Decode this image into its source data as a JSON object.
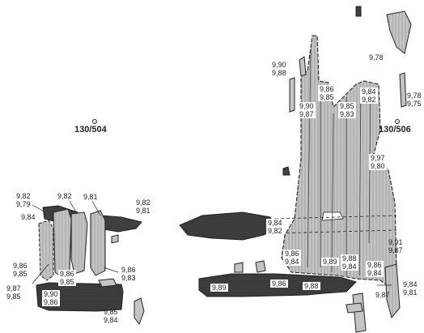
{
  "stations": [
    {
      "id": "station-130-504",
      "label": "130/504"
    },
    {
      "id": "station-130-506",
      "label": "130/506"
    }
  ],
  "elevations": {
    "e01": "9,82\n9,79",
    "e02": "9,84",
    "e03": "9,82",
    "e04": "9,81",
    "e05": "9,82\n9,81",
    "e06": "9,86\n9,85",
    "e07": "9,86\n9,85",
    "e08": "9,86\n9,83",
    "e09": "9,87\n9,85",
    "e10": "9,90\n9,86",
    "e11": "9,85\n9,84",
    "e12": "9,90\n9,88",
    "e13": "9,78",
    "e14": "9,86\n9,85",
    "e15": "9,84\n9,82",
    "e16": "9,78\n9,75",
    "e17": "9,90\n9,87",
    "e18": "9,85\n9,83",
    "e19": "9,97\n9,80",
    "e20": "9,84\n9,82",
    "e21": "9,91\n9,87",
    "e22": "9,86\n9,84",
    "e23": "9,89",
    "e24": "9,88\n9,84",
    "e25": "9,86\n9,84",
    "e26": "9,89",
    "e27": "9,86",
    "e28": "9,88",
    "e29": "9,84\n9,81",
    "e30": "9,87"
  },
  "colors": {
    "dark_fill": "#3f3f3f",
    "light_fill": "#c4c4c4",
    "stroke": "#2a2a2a",
    "background": "#ffffff"
  }
}
